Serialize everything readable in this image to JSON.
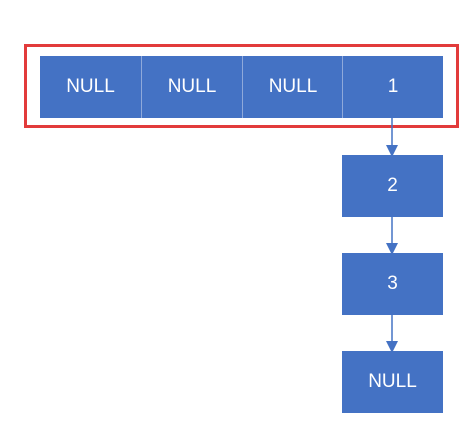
{
  "array_row": {
    "cells": [
      "NULL",
      "NULL",
      "NULL",
      "1"
    ]
  },
  "chain": {
    "nodes": [
      "2",
      "3",
      "NULL"
    ]
  },
  "colors": {
    "node_fill": "#4472c4",
    "node_text": "#ffffff",
    "highlight_border": "#e23b3b",
    "arrow": "#4472c4"
  }
}
